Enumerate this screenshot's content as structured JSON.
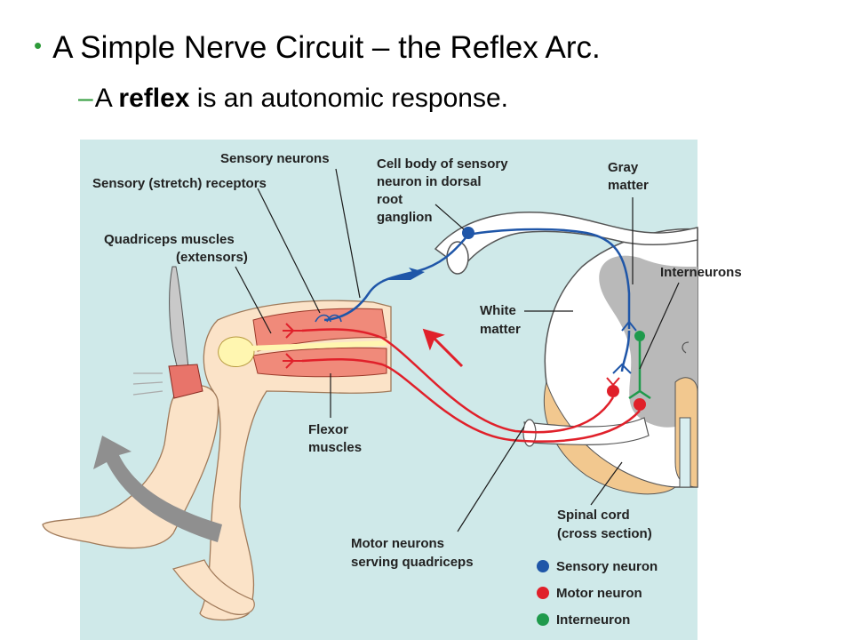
{
  "slide": {
    "bullet": "•",
    "title": "A Simple Nerve Circuit – the Reflex Arc.",
    "sub_dash": "–",
    "sub_prefix": "A ",
    "sub_bold": "reflex",
    "sub_suffix": " is an autonomic response."
  },
  "labels": {
    "sensory_neurons": "Sensory neurons",
    "sensory_receptors": "Sensory (stretch) receptors",
    "cell_body_1": "Cell body of sensory",
    "cell_body_2": "neuron in dorsal",
    "cell_body_3": "root",
    "cell_body_4": "ganglion",
    "gray_matter_1": "Gray",
    "gray_matter_2": "matter",
    "quadriceps_1": "Quadriceps muscles",
    "quadriceps_2": "(extensors)",
    "interneurons": "Interneurons",
    "white_matter_1": "White",
    "white_matter_2": "matter",
    "flexor_1": "Flexor",
    "flexor_2": "muscles",
    "motor_neurons_1": "Motor neurons",
    "motor_neurons_2": "serving quadriceps",
    "spinal_cord_1": "Spinal cord",
    "spinal_cord_2": "(cross section)"
  },
  "legend": [
    {
      "label": "Sensory neuron",
      "color": "#1f56a8"
    },
    {
      "label": "Motor neuron",
      "color": "#e0202a"
    },
    {
      "label": "Interneuron",
      "color": "#1f9a4c"
    }
  ],
  "colors": {
    "background_panel": "#cfe9e9",
    "gray_matter": "#b9b9b9",
    "skin": "#fbe3c8",
    "muscle": "#f08a7a",
    "arrow_gray": "#8f8f8f"
  }
}
